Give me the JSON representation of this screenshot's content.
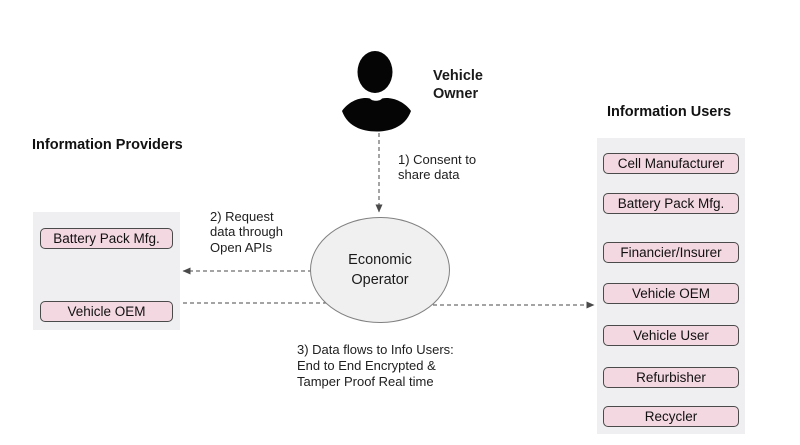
{
  "owner": {
    "label": "Vehicle\nOwner"
  },
  "operator": {
    "label": "Economic\nOperator"
  },
  "providers": {
    "heading": "Information Providers",
    "items": [
      "Battery Pack Mfg.",
      "Vehicle OEM"
    ]
  },
  "users": {
    "heading": "Information Users",
    "items": [
      "Cell Manufacturer",
      "Battery Pack Mfg.",
      "Financier/Insurer",
      "Vehicle OEM",
      "Vehicle User",
      "Refurbisher",
      "Recycler"
    ]
  },
  "annotations": {
    "consent": "1) Consent to\nshare data",
    "request": "2) Request\ndata through\nOpen APIs",
    "flow": "3) Data flows to Info Users:\nEnd to End Encrypted &\nTamper Proof Real time"
  },
  "icons": {
    "person": "person-icon"
  },
  "colors": {
    "node_pink": "#f3d8e2",
    "node_border": "#4a4a4a",
    "panel_gray": "#efeff1",
    "ellipse_fill": "#f0f0f0",
    "ellipse_border": "#818181",
    "connector": "#4a4a4a",
    "icon_black": "#050505"
  }
}
